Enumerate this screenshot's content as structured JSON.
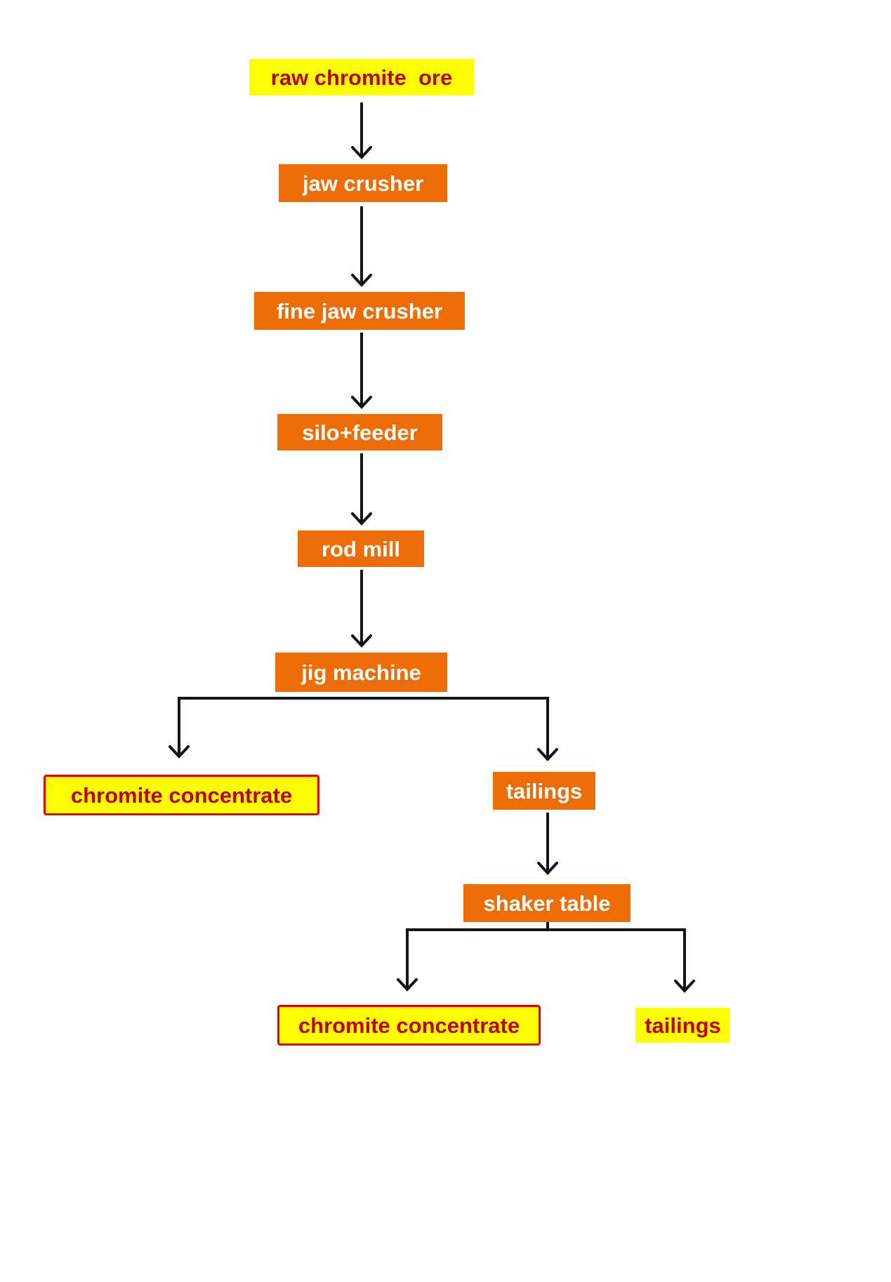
{
  "diagram": {
    "type": "flowchart",
    "description": "chromite ore beneficiation process flow",
    "colors": {
      "process_box": "#ED6C05",
      "highlight_box": "#FFFF00",
      "highlight_text": "#C00000",
      "process_text": "#FFFFFF",
      "connector": "#141414",
      "result_border": "#E00000"
    },
    "nodes": {
      "raw_ore": {
        "label": "raw chromite  ore"
      },
      "jaw_crusher": {
        "label": "jaw crusher"
      },
      "fine_jaw_crusher": {
        "label": "fine jaw crusher"
      },
      "silo_feeder": {
        "label": "silo+feeder"
      },
      "rod_mill": {
        "label": "rod mill"
      },
      "jig_machine": {
        "label": "jig machine"
      },
      "chromite_concentrate_1": {
        "label": "chromite concentrate"
      },
      "tailings_1": {
        "label": "tailings"
      },
      "shaker_table": {
        "label": "shaker table"
      },
      "chromite_concentrate_2": {
        "label": "chromite concentrate"
      },
      "tailings_2": {
        "label": "tailings"
      }
    },
    "edges": [
      {
        "from": "raw_ore",
        "to": "jaw_crusher"
      },
      {
        "from": "jaw_crusher",
        "to": "fine_jaw_crusher"
      },
      {
        "from": "fine_jaw_crusher",
        "to": "silo_feeder"
      },
      {
        "from": "silo_feeder",
        "to": "rod_mill"
      },
      {
        "from": "rod_mill",
        "to": "jig_machine"
      },
      {
        "from": "jig_machine",
        "to": "chromite_concentrate_1"
      },
      {
        "from": "jig_machine",
        "to": "tailings_1"
      },
      {
        "from": "tailings_1",
        "to": "shaker_table"
      },
      {
        "from": "shaker_table",
        "to": "chromite_concentrate_2"
      },
      {
        "from": "shaker_table",
        "to": "tailings_2"
      }
    ]
  }
}
